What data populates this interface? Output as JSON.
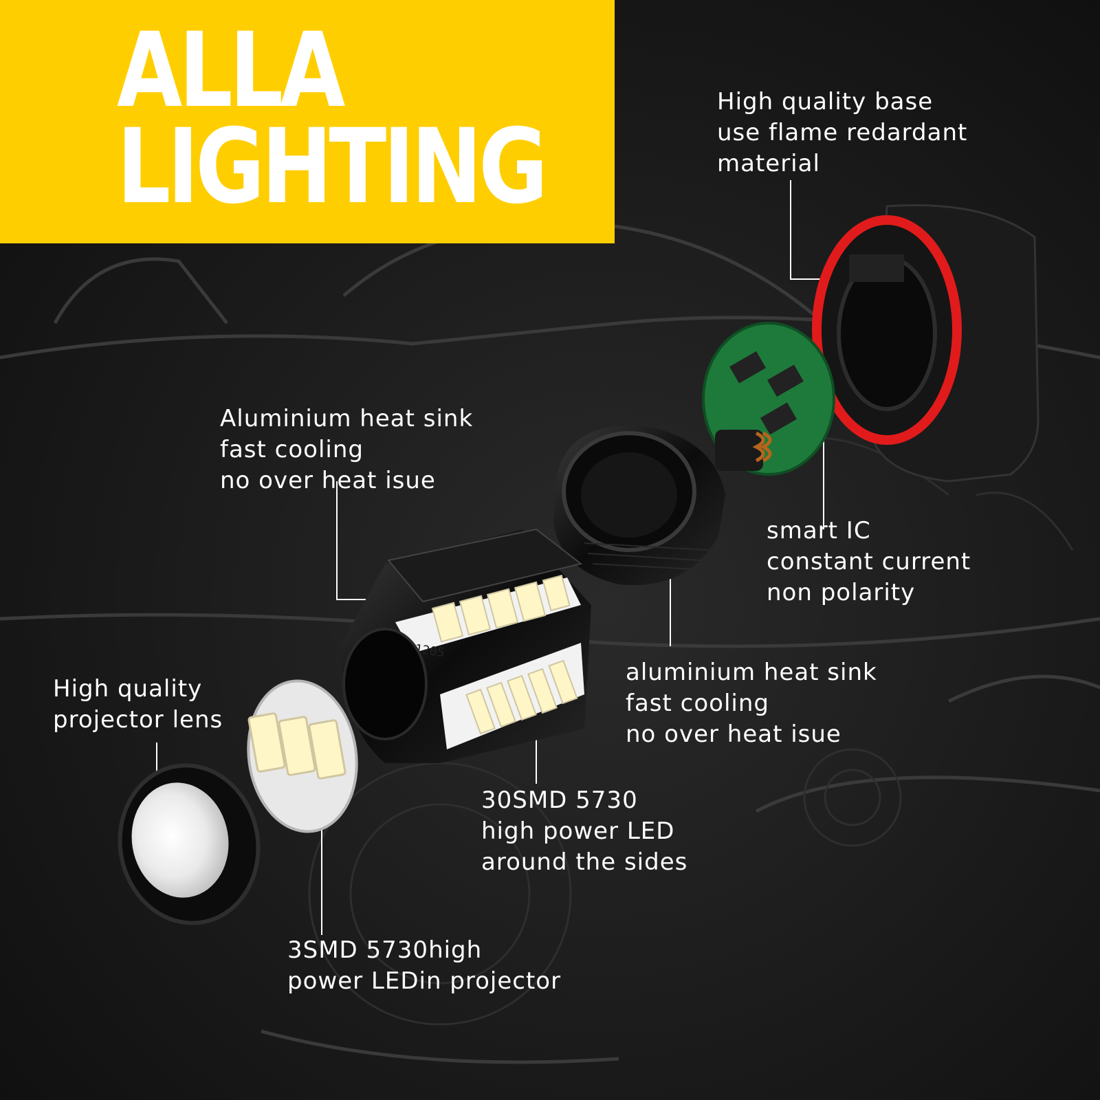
{
  "brand": {
    "line1": "ALLA",
    "line2": "LIGHTING",
    "panel_color": "#ffce00",
    "text_color": "#ffffff"
  },
  "callouts": {
    "base": [
      "High quality base",
      "use flame redardant",
      "material"
    ],
    "heat_sink_top": [
      "Aluminium heat sink",
      "fast cooling",
      "no over heat isue"
    ],
    "smart_ic": [
      "smart IC",
      "constant current",
      "non polarity"
    ],
    "heat_sink_ring": [
      "aluminium heat sink",
      "fast cooling",
      "no over heat isue"
    ],
    "projector_lens": [
      "High quality",
      "projector lens"
    ],
    "side_leds": [
      "30SMD 5730",
      "high power LED",
      "around the sides"
    ],
    "projector_leds": [
      "3SMD 5730high",
      "power LEDin projector"
    ]
  },
  "pcb_marking": "51205",
  "icons": {
    "base": "bulb-base-icon",
    "driver": "ic-driver-board-icon",
    "ring": "heat-sink-ring-icon",
    "body": "led-heat-sink-body-icon",
    "led_disc": "smd-led-disc-icon",
    "lens": "projector-lens-icon"
  },
  "colors": {
    "background": "#161616",
    "o_ring": "#e11b1b",
    "pcb": "#1e7a3a",
    "led": "#fff6c8"
  }
}
